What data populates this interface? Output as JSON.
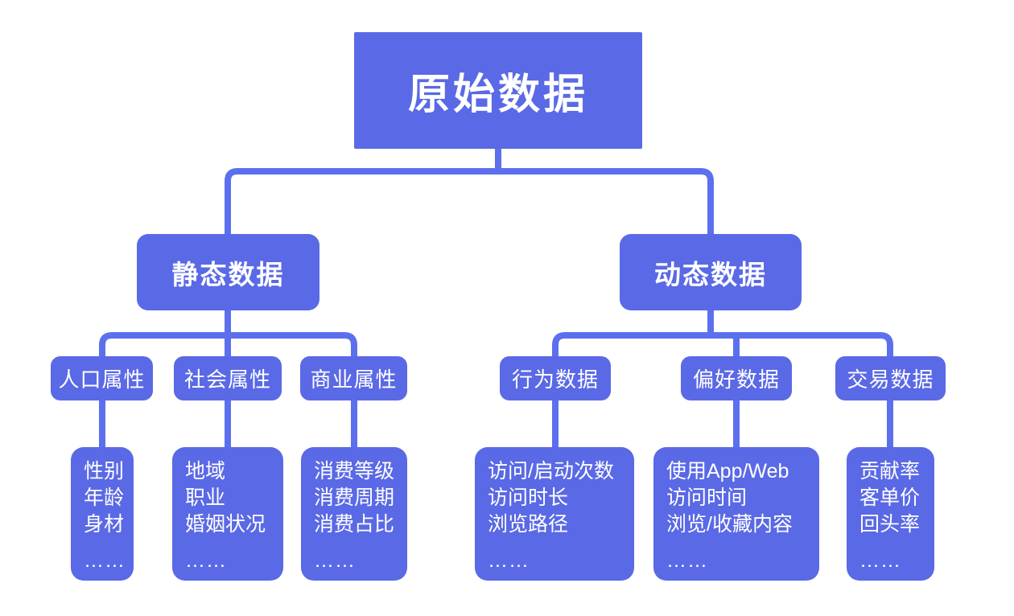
{
  "diagram": {
    "title": "原始数据",
    "colors": {
      "node_fill": "#5A69E5",
      "connector": "#5C70EE",
      "text": "#FFFFFF",
      "background": "#FFFFFF"
    },
    "root": {
      "label": "原始数据"
    },
    "branches": [
      {
        "label": "静态数据",
        "children": [
          {
            "label": "人口属性",
            "items": [
              "性别",
              "年龄",
              "身材"
            ],
            "more": "……"
          },
          {
            "label": "社会属性",
            "items": [
              "地域",
              "职业",
              "婚姻状况"
            ],
            "more": "……"
          },
          {
            "label": "商业属性",
            "items": [
              "消费等级",
              "消费周期",
              "消费占比"
            ],
            "more": "……"
          }
        ]
      },
      {
        "label": "动态数据",
        "children": [
          {
            "label": "行为数据",
            "items": [
              "访问/启动次数",
              "访问时长",
              "浏览路径"
            ],
            "more": "……"
          },
          {
            "label": "偏好数据",
            "items": [
              "使用App/Web",
              "访问时间",
              "浏览/收藏内容"
            ],
            "more": "……"
          },
          {
            "label": "交易数据",
            "items": [
              "贡献率",
              "客单价",
              "回头率"
            ],
            "more": "……"
          }
        ]
      }
    ]
  }
}
